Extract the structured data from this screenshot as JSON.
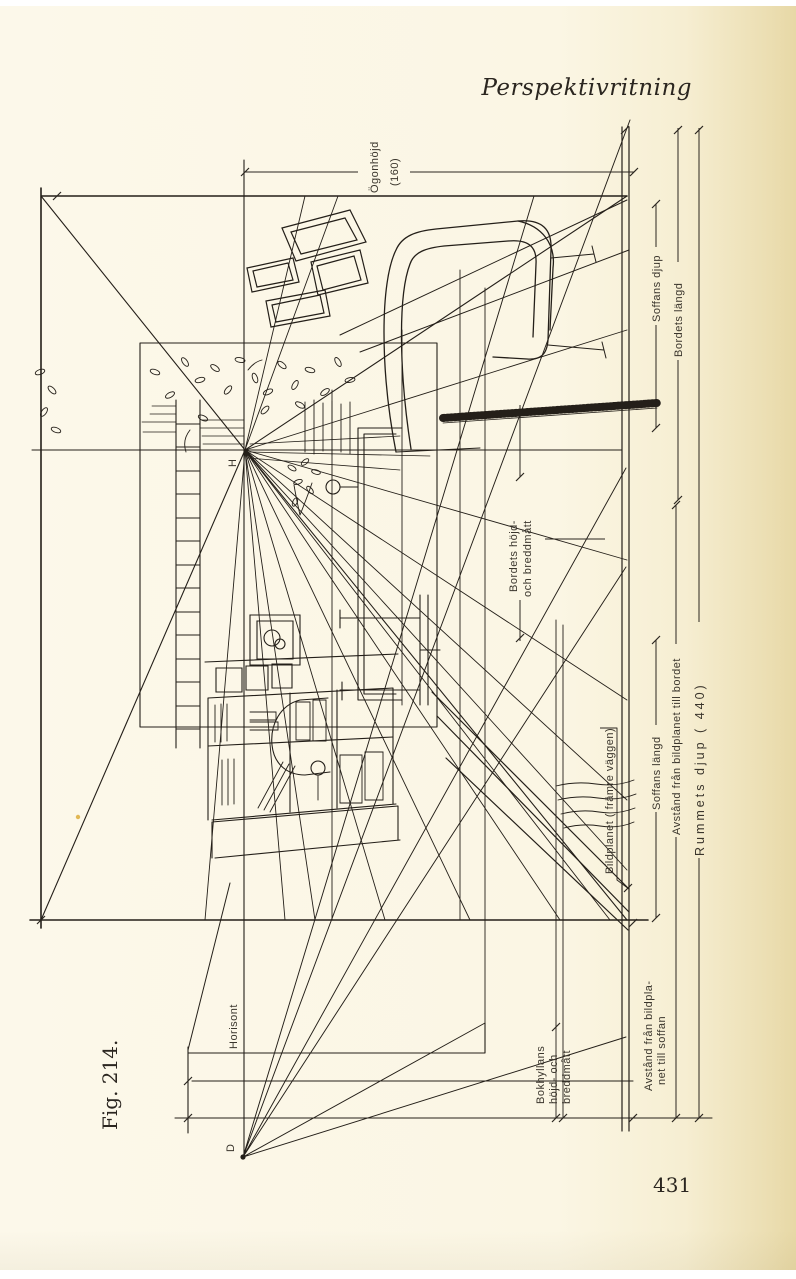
{
  "page": {
    "header": "Perspektivritning",
    "page_number": "431",
    "figure_caption": "Fig. 214."
  },
  "figure": {
    "points": {
      "h": "H",
      "d": "D"
    },
    "labels": {
      "ogonhojd": {
        "line1": "Ögonhöjd",
        "line2": "(160)"
      },
      "soffans_djup": "Soffans djup",
      "bordets_langd": "Bordets längd",
      "bordets_matt": {
        "line1": "Bordets höjd-",
        "line2": "och breddmått"
      },
      "soffans_langd": "Soffans längd",
      "bildplanet": "Bildplanet (  främre väggen)",
      "avstand_bordet": "Avstånd från bildplanet till bordet",
      "rummets_djup": "Rummets djup (  440)",
      "horisont": "Horisont",
      "bokhyllans": {
        "line1": "Bokhyllans",
        "line2": "höjd- och",
        "line3": "breddmått"
      },
      "avstand_soffan": {
        "line1": "Avstånd från bildpla-",
        "line2": "net till soffan"
      }
    },
    "ink_color": "#241f19",
    "paper_color": "#fbf6e4"
  }
}
